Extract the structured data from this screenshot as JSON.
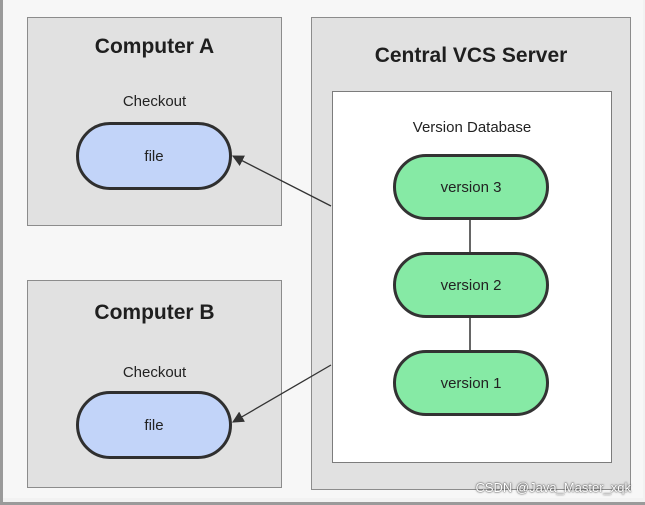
{
  "computer_a": {
    "title": "Computer A",
    "checkout_label": "Checkout",
    "file_label": "file"
  },
  "computer_b": {
    "title": "Computer B",
    "checkout_label": "Checkout",
    "file_label": "file"
  },
  "server": {
    "title": "Central VCS Server",
    "database_label": "Version Database",
    "versions": [
      "version 3",
      "version 2",
      "version 1"
    ]
  },
  "watermark": "CSDN @Java_Master_xqk",
  "colors": {
    "panel_bg": "#e1e1e1",
    "file_fill": "#c2d4f9",
    "version_fill": "#86eaa5"
  }
}
